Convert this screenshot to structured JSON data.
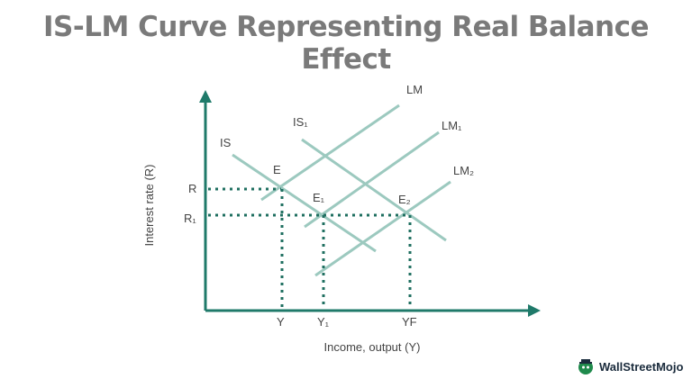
{
  "title": "IS-LM Curve Representing Real Balance Effect",
  "axes": {
    "y_label": "Interest rate (R)",
    "x_label": "Income, output (Y)"
  },
  "curves": {
    "is": "IS",
    "is1": "IS₁",
    "lm": "LM",
    "lm1": "LM₁",
    "lm2": "LM₂"
  },
  "points": {
    "e": "E",
    "e1": "E₁",
    "e2": "E₂"
  },
  "ticks": {
    "r": "R",
    "r1": "R₁",
    "y": "Y",
    "y1": "Y₁",
    "yf": "YF"
  },
  "brand": {
    "name": "WallStreetMojo",
    "icon": "wallstreetmojo-logo-icon"
  },
  "colors": {
    "curve": "#9cc9bf",
    "axis": "#1f7a6a",
    "dotted": "#1f6f60",
    "title": "#7a7a7a"
  }
}
